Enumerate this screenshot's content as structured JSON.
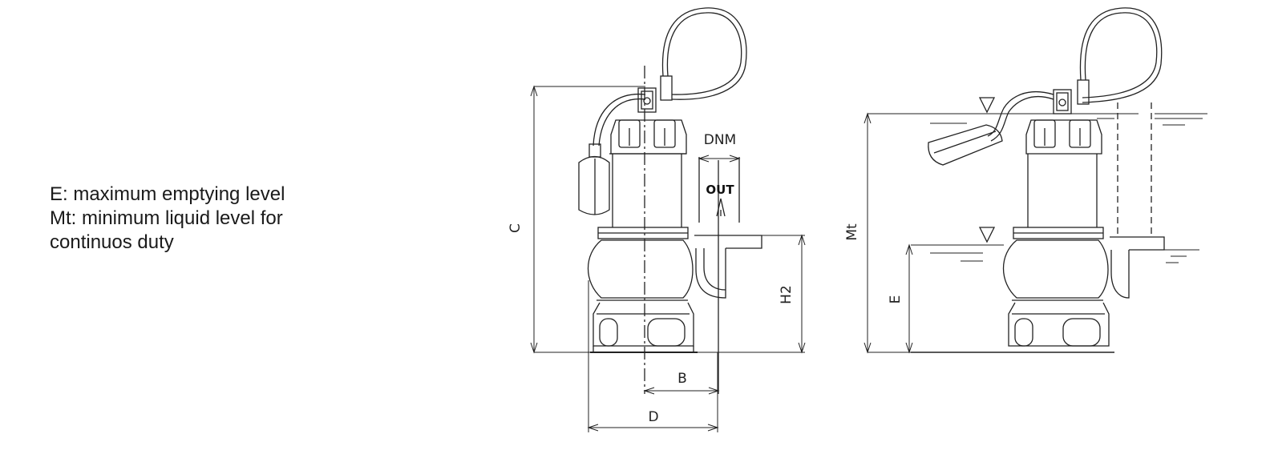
{
  "legend": {
    "line1": "E: maximum emptying level",
    "line2": "Mt: minimum liquid level for",
    "line3": "continuos duty"
  },
  "labels": {
    "C": "C",
    "DNM": "DNM",
    "OUT": "OUT",
    "H2": "H2",
    "B": "B",
    "D": "D",
    "Mt": "Mt",
    "E": "E"
  }
}
